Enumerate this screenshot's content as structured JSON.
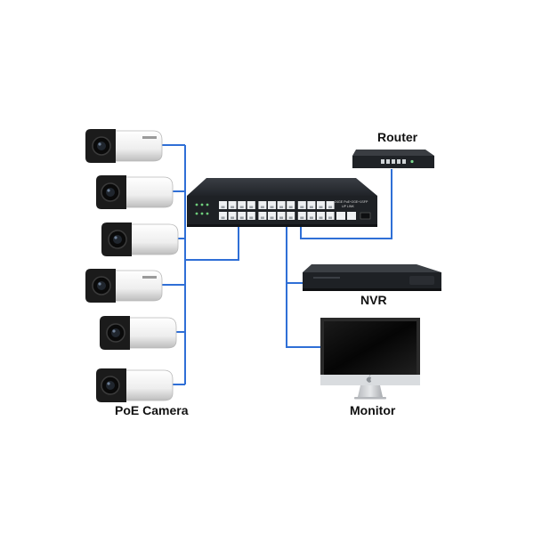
{
  "labels": {
    "router": "Router",
    "nvr": "NVR",
    "monitor": "Monitor",
    "cameras": "PoE Camera"
  },
  "switch_text": {
    "model_line1": "24GE PoE+2GE+1SFP",
    "model_line2": "UP LINK"
  },
  "camera_count": 6,
  "colors": {
    "link": "#2f6fd6",
    "device_dark": "#1e2125",
    "camera_body": "#f2f2f2",
    "camera_lens": "#1b1b1b",
    "port_white": "#eef0f2"
  }
}
